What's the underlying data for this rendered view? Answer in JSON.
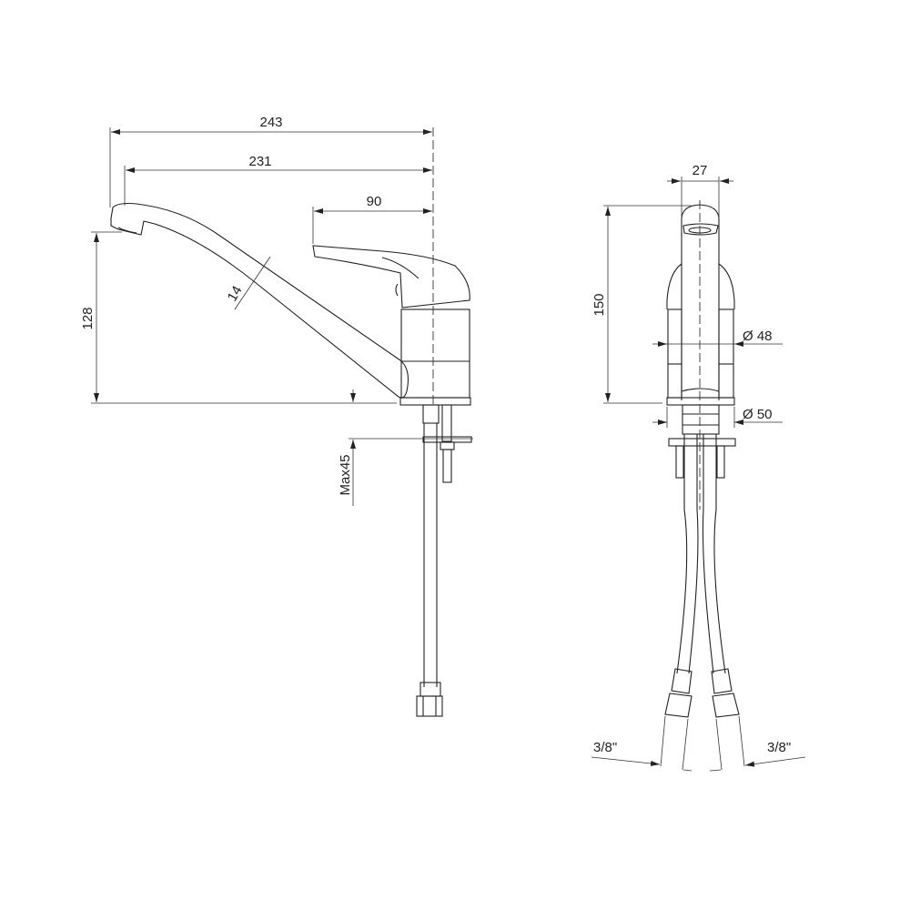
{
  "title": "Single lever kitchen mixer technical drawing",
  "side_view": {
    "dims": {
      "overall_reach": "243",
      "spout_reach": "231",
      "handle_offset": "90",
      "spout_height": "128",
      "spout_diameter": "14",
      "max_deck_thickness": "Max45"
    }
  },
  "front_view": {
    "dims": {
      "spout_width": "27",
      "total_height": "150",
      "body_diameter": "Ø 48",
      "base_diameter": "Ø 50",
      "hose_left": "3/8\"",
      "hose_right": "3/8\""
    }
  }
}
